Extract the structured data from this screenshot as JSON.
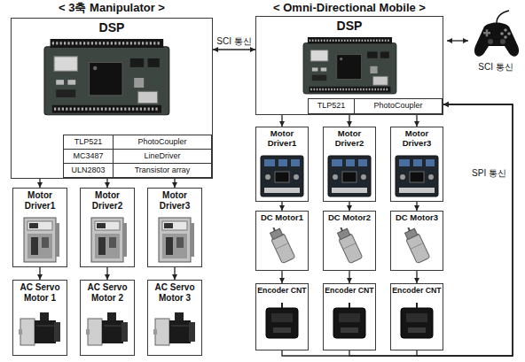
{
  "diagram": {
    "nodes": [
      {
        "text": [
          "DSP"
        ]
      },
      {
        "text": [
          "TLP521",
          "PhotoCoupler"
        ],
        "in": 0
      },
      {
        "text": [
          "MC3487",
          "LineDriver"
        ],
        "in": 0
      },
      {
        "text": [
          "ULN2803",
          "Transistor array"
        ],
        "in": 0
      },
      {
        "text": [
          "Motor Driver1"
        ]
      },
      {
        "text": [
          "Motor Driver2"
        ]
      },
      {
        "text": [
          "Motor Driver3"
        ]
      },
      {
        "text": [
          "AC Servo Motor 1"
        ]
      },
      {
        "text": [
          "AC Servo Motor 2"
        ]
      },
      {
        "text": [
          "AC Servo Motor 3"
        ]
      },
      {
        "text": [
          "DSP"
        ]
      },
      {
        "text": [
          "TLP521",
          "PhotoCoupler"
        ],
        "in": 10
      },
      {
        "text": [
          "Motor Driver1"
        ]
      },
      {
        "text": [
          "Motor Driver2"
        ]
      },
      {
        "text": [
          "Motor Driver3"
        ]
      },
      {
        "text": [
          "DC Motor1"
        ]
      },
      {
        "text": [
          "DC Motor2"
        ]
      },
      {
        "text": [
          "DC Motor3"
        ]
      },
      {
        "text": [
          "Encoder CNT"
        ]
      },
      {
        "text": [
          "Encoder CNT"
        ]
      },
      {
        "text": [
          "Encoder CNT"
        ]
      }
    ],
    "edges": [
      {
        "from": 0,
        "to": 10,
        "arrow": "both",
        "label": "SCI 통신"
      },
      {
        "from": 0,
        "to": 4,
        "arrow": "to"
      },
      {
        "from": 0,
        "to": 5,
        "arrow": "to"
      },
      {
        "from": 0,
        "to": 6,
        "arrow": "to"
      },
      {
        "from": 4,
        "to": 7,
        "arrow": "to"
      },
      {
        "from": 5,
        "to": 8,
        "arrow": "to"
      },
      {
        "from": 6,
        "to": 9,
        "arrow": "to"
      },
      {
        "from": 10,
        "to": 12,
        "arrow": "to"
      },
      {
        "from": 10,
        "to": 13,
        "arrow": "to"
      },
      {
        "from": 10,
        "to": 14,
        "arrow": "to"
      },
      {
        "from": 12,
        "to": 15,
        "arrow": "to"
      },
      {
        "from": 13,
        "to": 16,
        "arrow": "to"
      },
      {
        "from": 14,
        "to": 17,
        "arrow": "to"
      },
      {
        "from": 15,
        "to": 18,
        "arrow": "to"
      },
      {
        "from": 16,
        "to": 19,
        "arrow": "to"
      },
      {
        "from": 17,
        "to": 20,
        "arrow": "to"
      },
      {
        "from": 18,
        "to": 10,
        "arrow": "to"
      },
      {
        "from": 19,
        "to": 10,
        "arrow": "to"
      },
      {
        "from": 20,
        "to": 10,
        "arrow": "to",
        "label": "SPI 통신"
      }
    ],
    "labels": [
      "< 3축 Manipulator >",
      "< Omni-Directional Mobile >",
      "SCI 통신"
    ]
  }
}
